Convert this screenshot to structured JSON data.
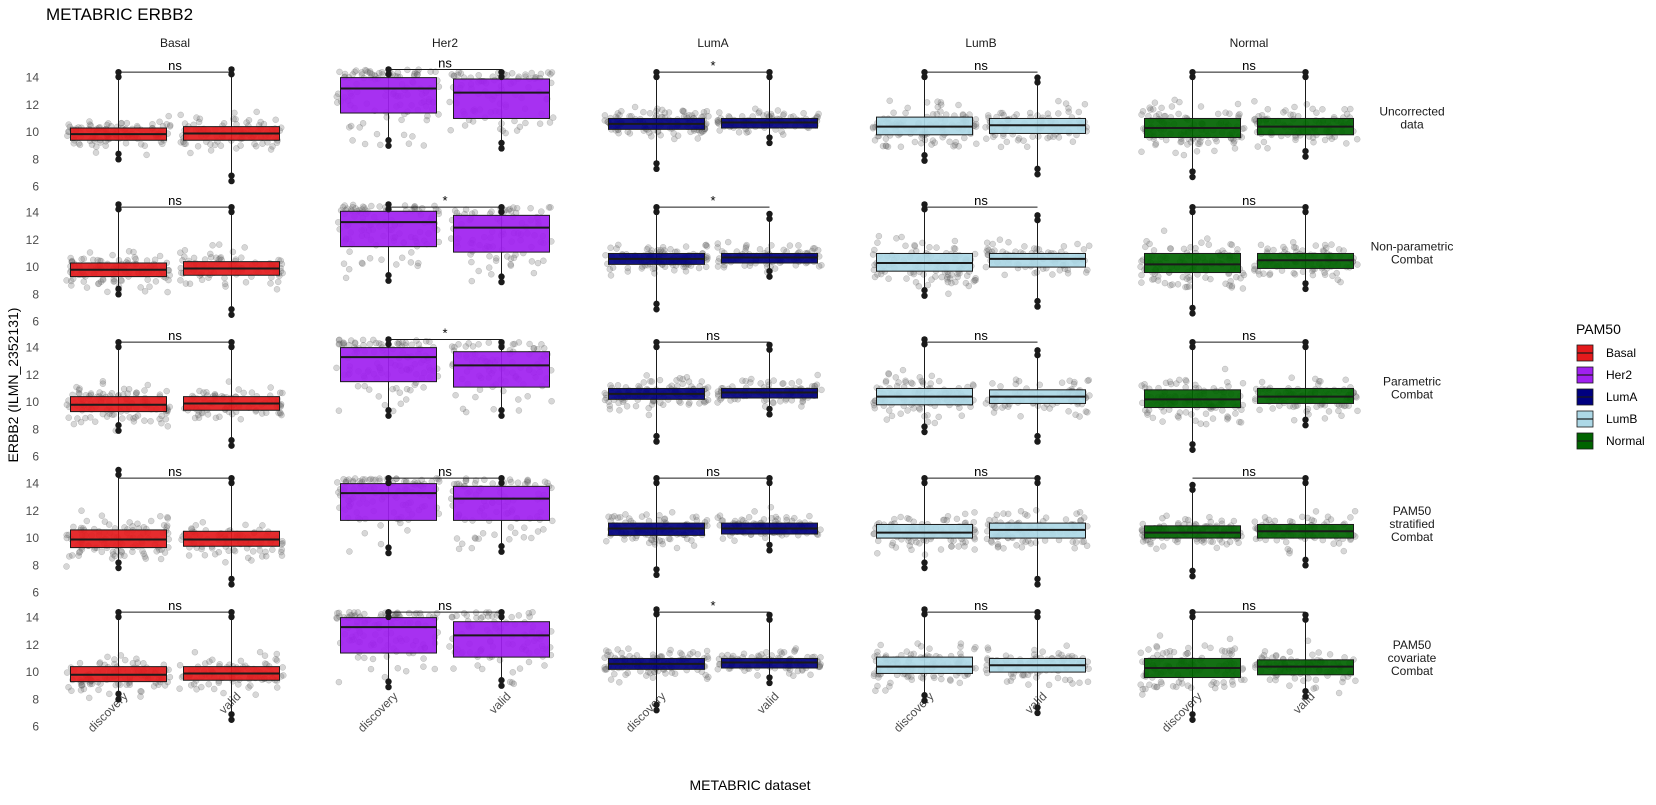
{
  "chart_data": {
    "type": "box",
    "title": "METABRIC ERBB2",
    "xlabel": "METABRIC dataset",
    "ylabel": "ERBB2 (ILMN_2352131)",
    "ylim": [
      5.6,
      15.0
    ],
    "yticks": [
      6,
      8,
      10,
      12,
      14
    ],
    "categories": [
      "discovery",
      "valid"
    ],
    "columns": [
      "Basal",
      "Her2",
      "LumA",
      "LumB",
      "Normal"
    ],
    "rows": [
      {
        "id": "r1",
        "label_lines": [
          "Uncorrected",
          "data"
        ]
      },
      {
        "id": "r2",
        "label_lines": [
          "Non-parametric",
          "Combat"
        ]
      },
      {
        "id": "r3",
        "label_lines": [
          "Parametric",
          "Combat"
        ]
      },
      {
        "id": "r4",
        "label_lines": [
          "PAM50",
          "stratified",
          "Combat"
        ]
      },
      {
        "id": "r5",
        "label_lines": [
          "PAM50",
          "covariate",
          "Combat"
        ]
      }
    ],
    "colors": {
      "Basal": "#e41a1c",
      "Her2": "#a020f0",
      "LumA": "#000080",
      "LumB": "#add8e6",
      "Normal": "#006400"
    },
    "legend": {
      "title": "PAM50",
      "placement": "right",
      "items": [
        "Basal",
        "Her2",
        "LumA",
        "LumB",
        "Normal"
      ]
    },
    "panels": [
      {
        "row": 0,
        "col": 0,
        "sig": "ns",
        "sig_y": 14.4,
        "discovery": {
          "min": 8.0,
          "q1": 9.4,
          "median": 9.85,
          "q3": 10.3,
          "max": 14.4
        },
        "valid": {
          "min": 6.4,
          "q1": 9.4,
          "median": 9.9,
          "q3": 10.4,
          "max": 14.6
        }
      },
      {
        "row": 0,
        "col": 1,
        "sig": "ns",
        "sig_y": 14.6,
        "discovery": {
          "min": 9.0,
          "q1": 11.4,
          "median": 13.2,
          "q3": 14.0,
          "max": 14.6
        },
        "valid": {
          "min": 8.8,
          "q1": 11.0,
          "median": 12.9,
          "q3": 13.9,
          "max": 14.4
        },
        "star_small": true
      },
      {
        "row": 0,
        "col": 2,
        "sig": "*",
        "sig_y": 14.4,
        "discovery": {
          "min": 7.3,
          "q1": 10.2,
          "median": 10.6,
          "q3": 11.0,
          "max": 14.4
        },
        "valid": {
          "min": 9.2,
          "q1": 10.3,
          "median": 10.7,
          "q3": 11.0,
          "max": 14.4
        }
      },
      {
        "row": 0,
        "col": 3,
        "sig": "ns",
        "sig_y": 14.4,
        "discovery": {
          "min": 7.9,
          "q1": 9.8,
          "median": 10.4,
          "q3": 11.1,
          "max": 14.4
        },
        "valid": {
          "min": 6.9,
          "q1": 9.9,
          "median": 10.5,
          "q3": 11.0,
          "max": 14.0
        }
      },
      {
        "row": 0,
        "col": 4,
        "sig": "ns",
        "sig_y": 14.4,
        "discovery": {
          "min": 6.7,
          "q1": 9.6,
          "median": 10.3,
          "q3": 11.0,
          "max": 14.4
        },
        "valid": {
          "min": 8.2,
          "q1": 9.8,
          "median": 10.4,
          "q3": 11.0,
          "max": 14.4
        }
      },
      {
        "row": 1,
        "col": 0,
        "sig": "ns",
        "sig_y": 14.4,
        "discovery": {
          "min": 8.0,
          "q1": 9.3,
          "median": 9.8,
          "q3": 10.3,
          "max": 14.6
        },
        "valid": {
          "min": 6.5,
          "q1": 9.4,
          "median": 9.9,
          "q3": 10.4,
          "max": 14.4
        }
      },
      {
        "row": 1,
        "col": 1,
        "sig": "*",
        "sig_y": 14.4,
        "discovery": {
          "min": 9.0,
          "q1": 11.5,
          "median": 13.3,
          "q3": 14.1,
          "max": 14.6
        },
        "valid": {
          "min": 8.9,
          "q1": 11.1,
          "median": 12.9,
          "q3": 13.8,
          "max": 14.4
        }
      },
      {
        "row": 1,
        "col": 2,
        "sig": "*",
        "sig_y": 14.4,
        "discovery": {
          "min": 6.9,
          "q1": 10.2,
          "median": 10.6,
          "q3": 11.0,
          "max": 14.4
        },
        "valid": {
          "min": 9.3,
          "q1": 10.3,
          "median": 10.7,
          "q3": 11.0,
          "max": 13.9
        }
      },
      {
        "row": 1,
        "col": 3,
        "sig": "ns",
        "sig_y": 14.4,
        "discovery": {
          "min": 7.9,
          "q1": 9.7,
          "median": 10.3,
          "q3": 11.0,
          "max": 14.6
        },
        "valid": {
          "min": 7.1,
          "q1": 10.0,
          "median": 10.6,
          "q3": 11.0,
          "max": 13.8
        }
      },
      {
        "row": 1,
        "col": 4,
        "sig": "ns",
        "sig_y": 14.4,
        "discovery": {
          "min": 6.6,
          "q1": 9.6,
          "median": 10.2,
          "q3": 11.0,
          "max": 14.4
        },
        "valid": {
          "min": 8.4,
          "q1": 9.9,
          "median": 10.5,
          "q3": 11.0,
          "max": 14.4
        }
      },
      {
        "row": 2,
        "col": 0,
        "sig": "ns",
        "sig_y": 14.4,
        "discovery": {
          "min": 7.9,
          "q1": 9.3,
          "median": 9.8,
          "q3": 10.4,
          "max": 14.4
        },
        "valid": {
          "min": 6.8,
          "q1": 9.4,
          "median": 9.9,
          "q3": 10.4,
          "max": 14.4
        }
      },
      {
        "row": 2,
        "col": 1,
        "sig": "*",
        "sig_y": 14.6,
        "discovery": {
          "min": 9.0,
          "q1": 11.5,
          "median": 13.3,
          "q3": 14.0,
          "max": 14.6
        },
        "valid": {
          "min": 9.0,
          "q1": 11.1,
          "median": 12.7,
          "q3": 13.7,
          "max": 14.4
        }
      },
      {
        "row": 2,
        "col": 2,
        "sig": "ns",
        "sig_y": 14.4,
        "discovery": {
          "min": 7.1,
          "q1": 10.2,
          "median": 10.6,
          "q3": 11.0,
          "max": 14.4
        },
        "valid": {
          "min": 9.1,
          "q1": 10.3,
          "median": 10.7,
          "q3": 11.0,
          "max": 14.2
        }
      },
      {
        "row": 2,
        "col": 3,
        "sig": "ns",
        "sig_y": 14.4,
        "discovery": {
          "min": 7.8,
          "q1": 9.8,
          "median": 10.4,
          "q3": 11.0,
          "max": 14.6
        },
        "valid": {
          "min": 7.1,
          "q1": 9.9,
          "median": 10.4,
          "q3": 10.9,
          "max": 13.8
        }
      },
      {
        "row": 2,
        "col": 4,
        "sig": "ns",
        "sig_y": 14.4,
        "discovery": {
          "min": 6.5,
          "q1": 9.6,
          "median": 10.2,
          "q3": 10.9,
          "max": 14.4
        },
        "valid": {
          "min": 8.3,
          "q1": 9.9,
          "median": 10.4,
          "q3": 11.0,
          "max": 14.4
        }
      },
      {
        "row": 3,
        "col": 0,
        "sig": "ns",
        "sig_y": 14.4,
        "discovery": {
          "min": 7.8,
          "q1": 9.3,
          "median": 9.9,
          "q3": 10.6,
          "max": 15.0
        },
        "valid": {
          "min": 6.6,
          "q1": 9.4,
          "median": 9.9,
          "q3": 10.5,
          "max": 14.4
        }
      },
      {
        "row": 3,
        "col": 1,
        "sig": "ns",
        "sig_y": 14.4,
        "discovery": {
          "min": 8.9,
          "q1": 11.3,
          "median": 13.3,
          "q3": 14.0,
          "max": 14.4
        },
        "valid": {
          "min": 9.0,
          "q1": 11.3,
          "median": 12.9,
          "q3": 13.8,
          "max": 14.4
        }
      },
      {
        "row": 3,
        "col": 2,
        "sig": "ns",
        "sig_y": 14.4,
        "discovery": {
          "min": 7.3,
          "q1": 10.2,
          "median": 10.7,
          "q3": 11.1,
          "max": 14.4
        },
        "valid": {
          "min": 9.1,
          "q1": 10.3,
          "median": 10.7,
          "q3": 11.1,
          "max": 14.4
        }
      },
      {
        "row": 3,
        "col": 3,
        "sig": "ns",
        "sig_y": 14.4,
        "discovery": {
          "min": 7.8,
          "q1": 10.0,
          "median": 10.4,
          "q3": 11.0,
          "max": 14.4
        },
        "valid": {
          "min": 6.6,
          "q1": 10.0,
          "median": 10.6,
          "q3": 11.1,
          "max": 14.4
        }
      },
      {
        "row": 3,
        "col": 4,
        "sig": "ns",
        "sig_y": 14.4,
        "discovery": {
          "min": 7.2,
          "q1": 10.0,
          "median": 10.4,
          "q3": 10.9,
          "max": 13.9
        },
        "valid": {
          "min": 8.0,
          "q1": 10.0,
          "median": 10.5,
          "q3": 11.0,
          "max": 14.4
        }
      },
      {
        "row": 4,
        "col": 0,
        "sig": "ns",
        "sig_y": 14.4,
        "discovery": {
          "min": 8.0,
          "q1": 9.3,
          "median": 9.8,
          "q3": 10.4,
          "max": 14.4
        },
        "valid": {
          "min": 6.5,
          "q1": 9.4,
          "median": 9.9,
          "q3": 10.4,
          "max": 14.4
        }
      },
      {
        "row": 4,
        "col": 1,
        "sig": "ns",
        "sig_y": 14.4,
        "discovery": {
          "min": 8.9,
          "q1": 11.4,
          "median": 13.3,
          "q3": 14.0,
          "max": 14.4
        },
        "valid": {
          "min": 9.0,
          "q1": 11.1,
          "median": 12.7,
          "q3": 13.7,
          "max": 14.4
        }
      },
      {
        "row": 4,
        "col": 2,
        "sig": "*",
        "sig_y": 14.4,
        "discovery": {
          "min": 7.2,
          "q1": 10.2,
          "median": 10.6,
          "q3": 11.0,
          "max": 14.6
        },
        "valid": {
          "min": 9.2,
          "q1": 10.3,
          "median": 10.7,
          "q3": 11.0,
          "max": 14.2
        }
      },
      {
        "row": 4,
        "col": 3,
        "sig": "ns",
        "sig_y": 14.4,
        "discovery": {
          "min": 7.9,
          "q1": 9.9,
          "median": 10.4,
          "q3": 11.1,
          "max": 14.6
        },
        "valid": {
          "min": 7.0,
          "q1": 10.0,
          "median": 10.5,
          "q3": 11.0,
          "max": 14.4
        }
      },
      {
        "row": 4,
        "col": 4,
        "sig": "ns",
        "sig_y": 14.4,
        "discovery": {
          "min": 6.5,
          "q1": 9.6,
          "median": 10.3,
          "q3": 11.0,
          "max": 14.4
        },
        "valid": {
          "min": 8.2,
          "q1": 9.8,
          "median": 10.4,
          "q3": 10.9,
          "max": 14.2
        }
      }
    ]
  }
}
